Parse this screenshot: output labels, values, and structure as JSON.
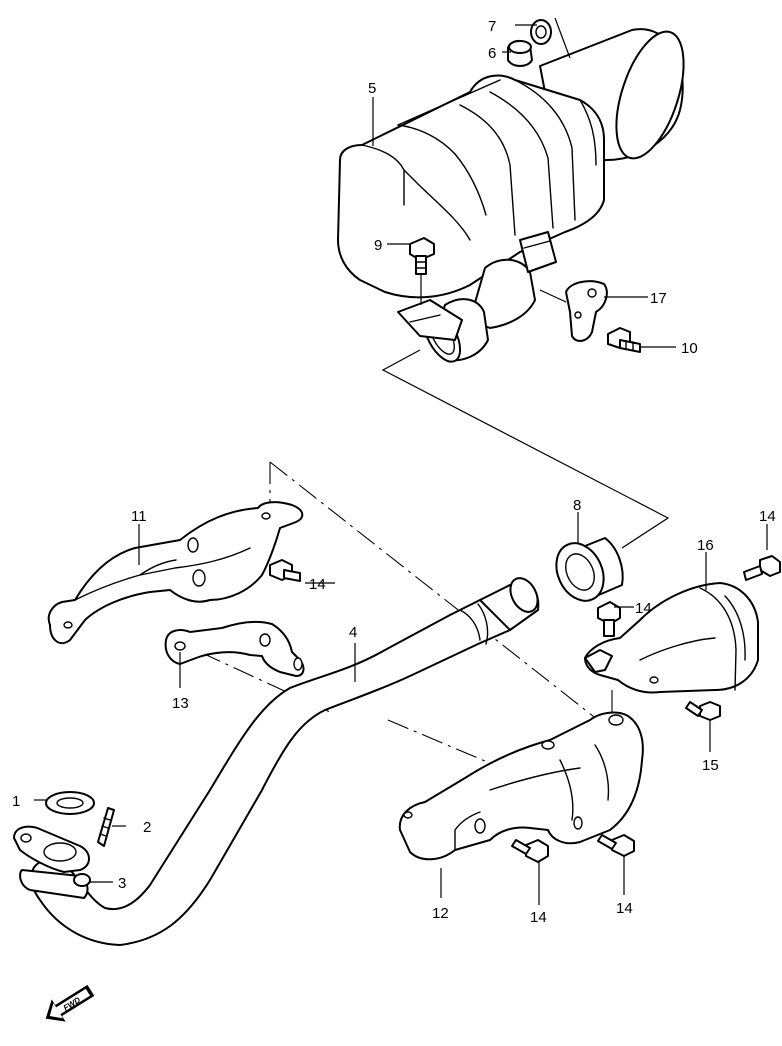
{
  "callouts": {
    "c1": "1",
    "c2": "2",
    "c3": "3",
    "c4": "4",
    "c5": "5",
    "c6": "6",
    "c7": "7",
    "c8": "8",
    "c9": "9",
    "c10": "10",
    "c11": "11",
    "c12": "12",
    "c13": "13",
    "c14a": "14",
    "c14b": "14",
    "c14c": "14",
    "c14d": "14",
    "c14e": "14",
    "c15": "15",
    "c16": "16",
    "c17": "17"
  },
  "direction_badge": "FWD"
}
